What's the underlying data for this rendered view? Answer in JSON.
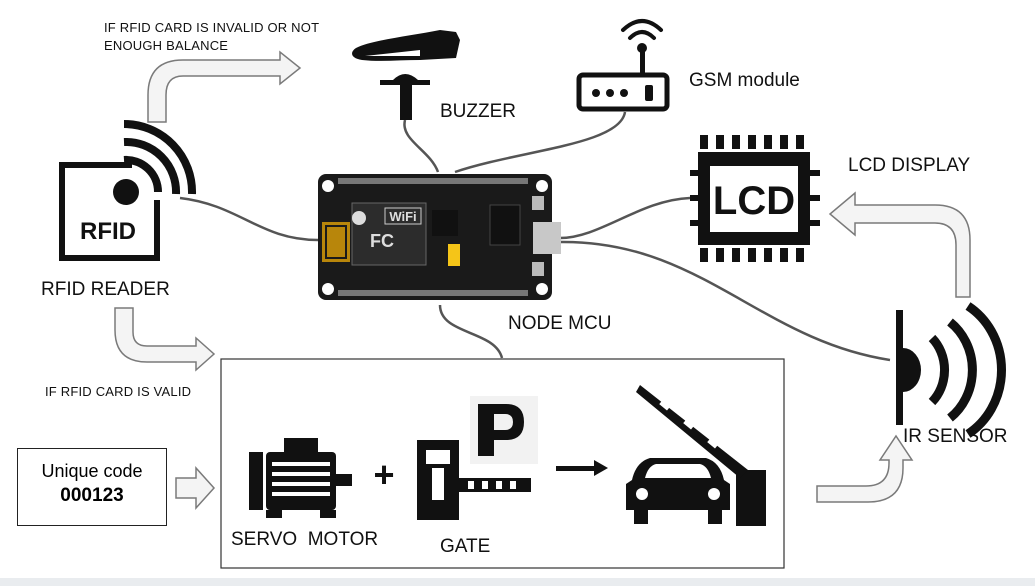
{
  "labels": {
    "invalid_note": "IF RFID CARD IS INVALID OR NOT\nENOUGH BALANCE",
    "buzzer": "BUZZER",
    "gsm": "GSM module",
    "lcd_display": "LCD DISPLAY",
    "lcd_screen": "LCD",
    "rfid_card": "RFID",
    "rfid_reader": "RFID READER",
    "node_mcu": "NODE MCU",
    "valid_note": "IF RFID CARD IS VALID",
    "code_line1": "Unique code",
    "code_line2": "000123",
    "servo_motor": "SERVO  MOTOR",
    "gate": "GATE",
    "ir_sensor": "IR SENSOR",
    "plus": "+",
    "parking_sign": "P",
    "wifi": "WiFi"
  },
  "icons": [
    "buzzer-icon",
    "router-icon",
    "lcd-icon",
    "rfid-icon",
    "nodemcu-board",
    "motor-icon",
    "gate-icon",
    "car-barrier-icon",
    "ir-sensor-icon"
  ]
}
